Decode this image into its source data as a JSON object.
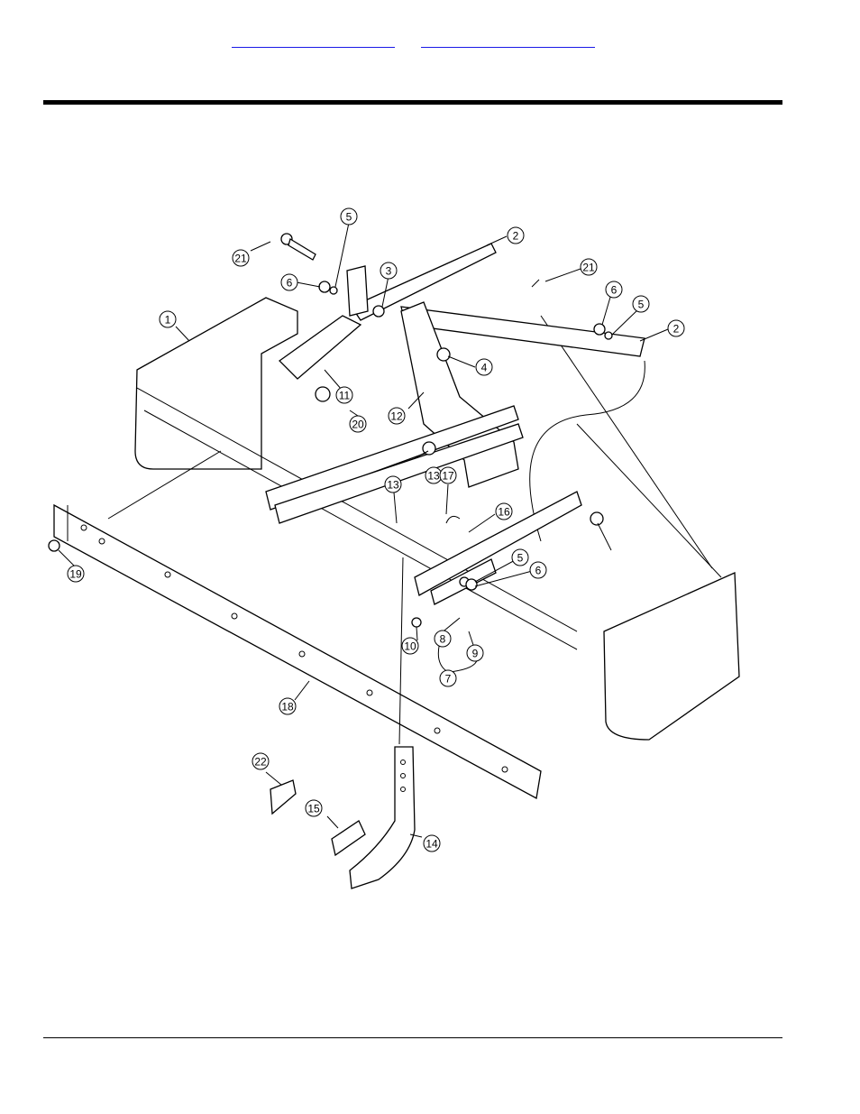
{
  "header": {
    "link_left": "",
    "link_right": ""
  },
  "diagram": {
    "callouts": [
      "1",
      "2",
      "2",
      "3",
      "4",
      "5",
      "5",
      "5",
      "6",
      "6",
      "6",
      "7",
      "8",
      "9",
      "10",
      "11",
      "12",
      "13",
      "13",
      "14",
      "15",
      "16",
      "17",
      "18",
      "19",
      "20",
      "21",
      "21",
      "22"
    ]
  }
}
